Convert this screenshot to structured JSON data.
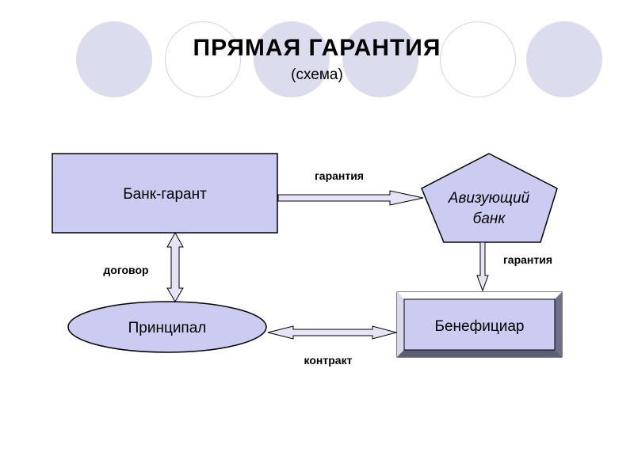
{
  "slide": {
    "title": "ПРЯМАЯ ГАРАНТИЯ",
    "subtitle": "(схема)"
  },
  "nodes": {
    "guarantor_bank": "Банк-гарант",
    "advising_bank_line1": "Авизующий",
    "advising_bank_line2": "банк",
    "principal": "Принципал",
    "beneficiary": "Бенефициар"
  },
  "edges": {
    "guarantee_top": "гарантия",
    "guarantee_right": "гарантия",
    "agreement": "договор",
    "contract": "контракт"
  },
  "colors": {
    "node_fill": "#ccccf2",
    "decor_circle": "#dcdcef",
    "arrow_fill": "#e4e4f6"
  }
}
